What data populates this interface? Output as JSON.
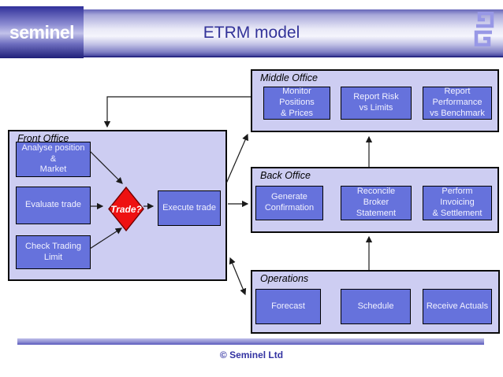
{
  "header": {
    "brand": "seminel",
    "title": "ETRM model",
    "logo_icon": "greek-key-double-g"
  },
  "sections": {
    "front_office": {
      "label": "Front Office",
      "analyse_box": "Analyse position\n&\nMarket",
      "evaluate_box": "Evaluate trade",
      "decision_diamond": "Trade?",
      "execute_box": "Execute trade",
      "check_box": "Check Trading\nLimit"
    },
    "middle_office": {
      "label": "Middle Office",
      "monitor_box": "Monitor\nPositions\n& Prices",
      "report_risk_box": "Report Risk\nvs Limits",
      "report_performance_box": "Report\nPerformance\nvs Benchmark"
    },
    "back_office": {
      "label": "Back Office",
      "generate_box": "Generate\nConfirmation",
      "reconcile_box": "Reconcile\nBroker\nStatement",
      "perform_box": "Perform\nInvoicing\n& Settlement"
    },
    "operations": {
      "label": "Operations",
      "forecast_box": "Forecast",
      "schedule_box": "Schedule",
      "receive_box": "Receive Actuals"
    }
  },
  "connectors": [
    {
      "from": "evaluate_trade",
      "to": "trade_decision",
      "heads": "end"
    },
    {
      "from": "trade_decision",
      "to": "execute_trade",
      "heads": "end"
    },
    {
      "from": "analyse_position_market",
      "to": "trade_decision",
      "heads": "end"
    },
    {
      "from": "check_trading_limit",
      "to": "trade_decision",
      "heads": "end"
    },
    {
      "from": "middle_office",
      "to": "front_office",
      "heads": "end"
    },
    {
      "from": "front_office",
      "to": "middle_office",
      "heads": "end"
    },
    {
      "from": "front_office",
      "to": "back_office",
      "heads": "end"
    },
    {
      "from": "front_office",
      "to": "operations",
      "heads": "both"
    },
    {
      "from": "back_office",
      "to": "middle_office",
      "heads": "end"
    },
    {
      "from": "operations",
      "to": "back_office",
      "heads": "end"
    }
  ],
  "footer": {
    "copyright": "© Seminel Ltd"
  },
  "colors": {
    "box_fill": "#6672DC",
    "container_fill": "#CDCDF2",
    "decision_fill": "#EE1111",
    "title_navy": "#333399",
    "logo_lilac": "#9898E6",
    "footer_text": "#3333A2"
  }
}
